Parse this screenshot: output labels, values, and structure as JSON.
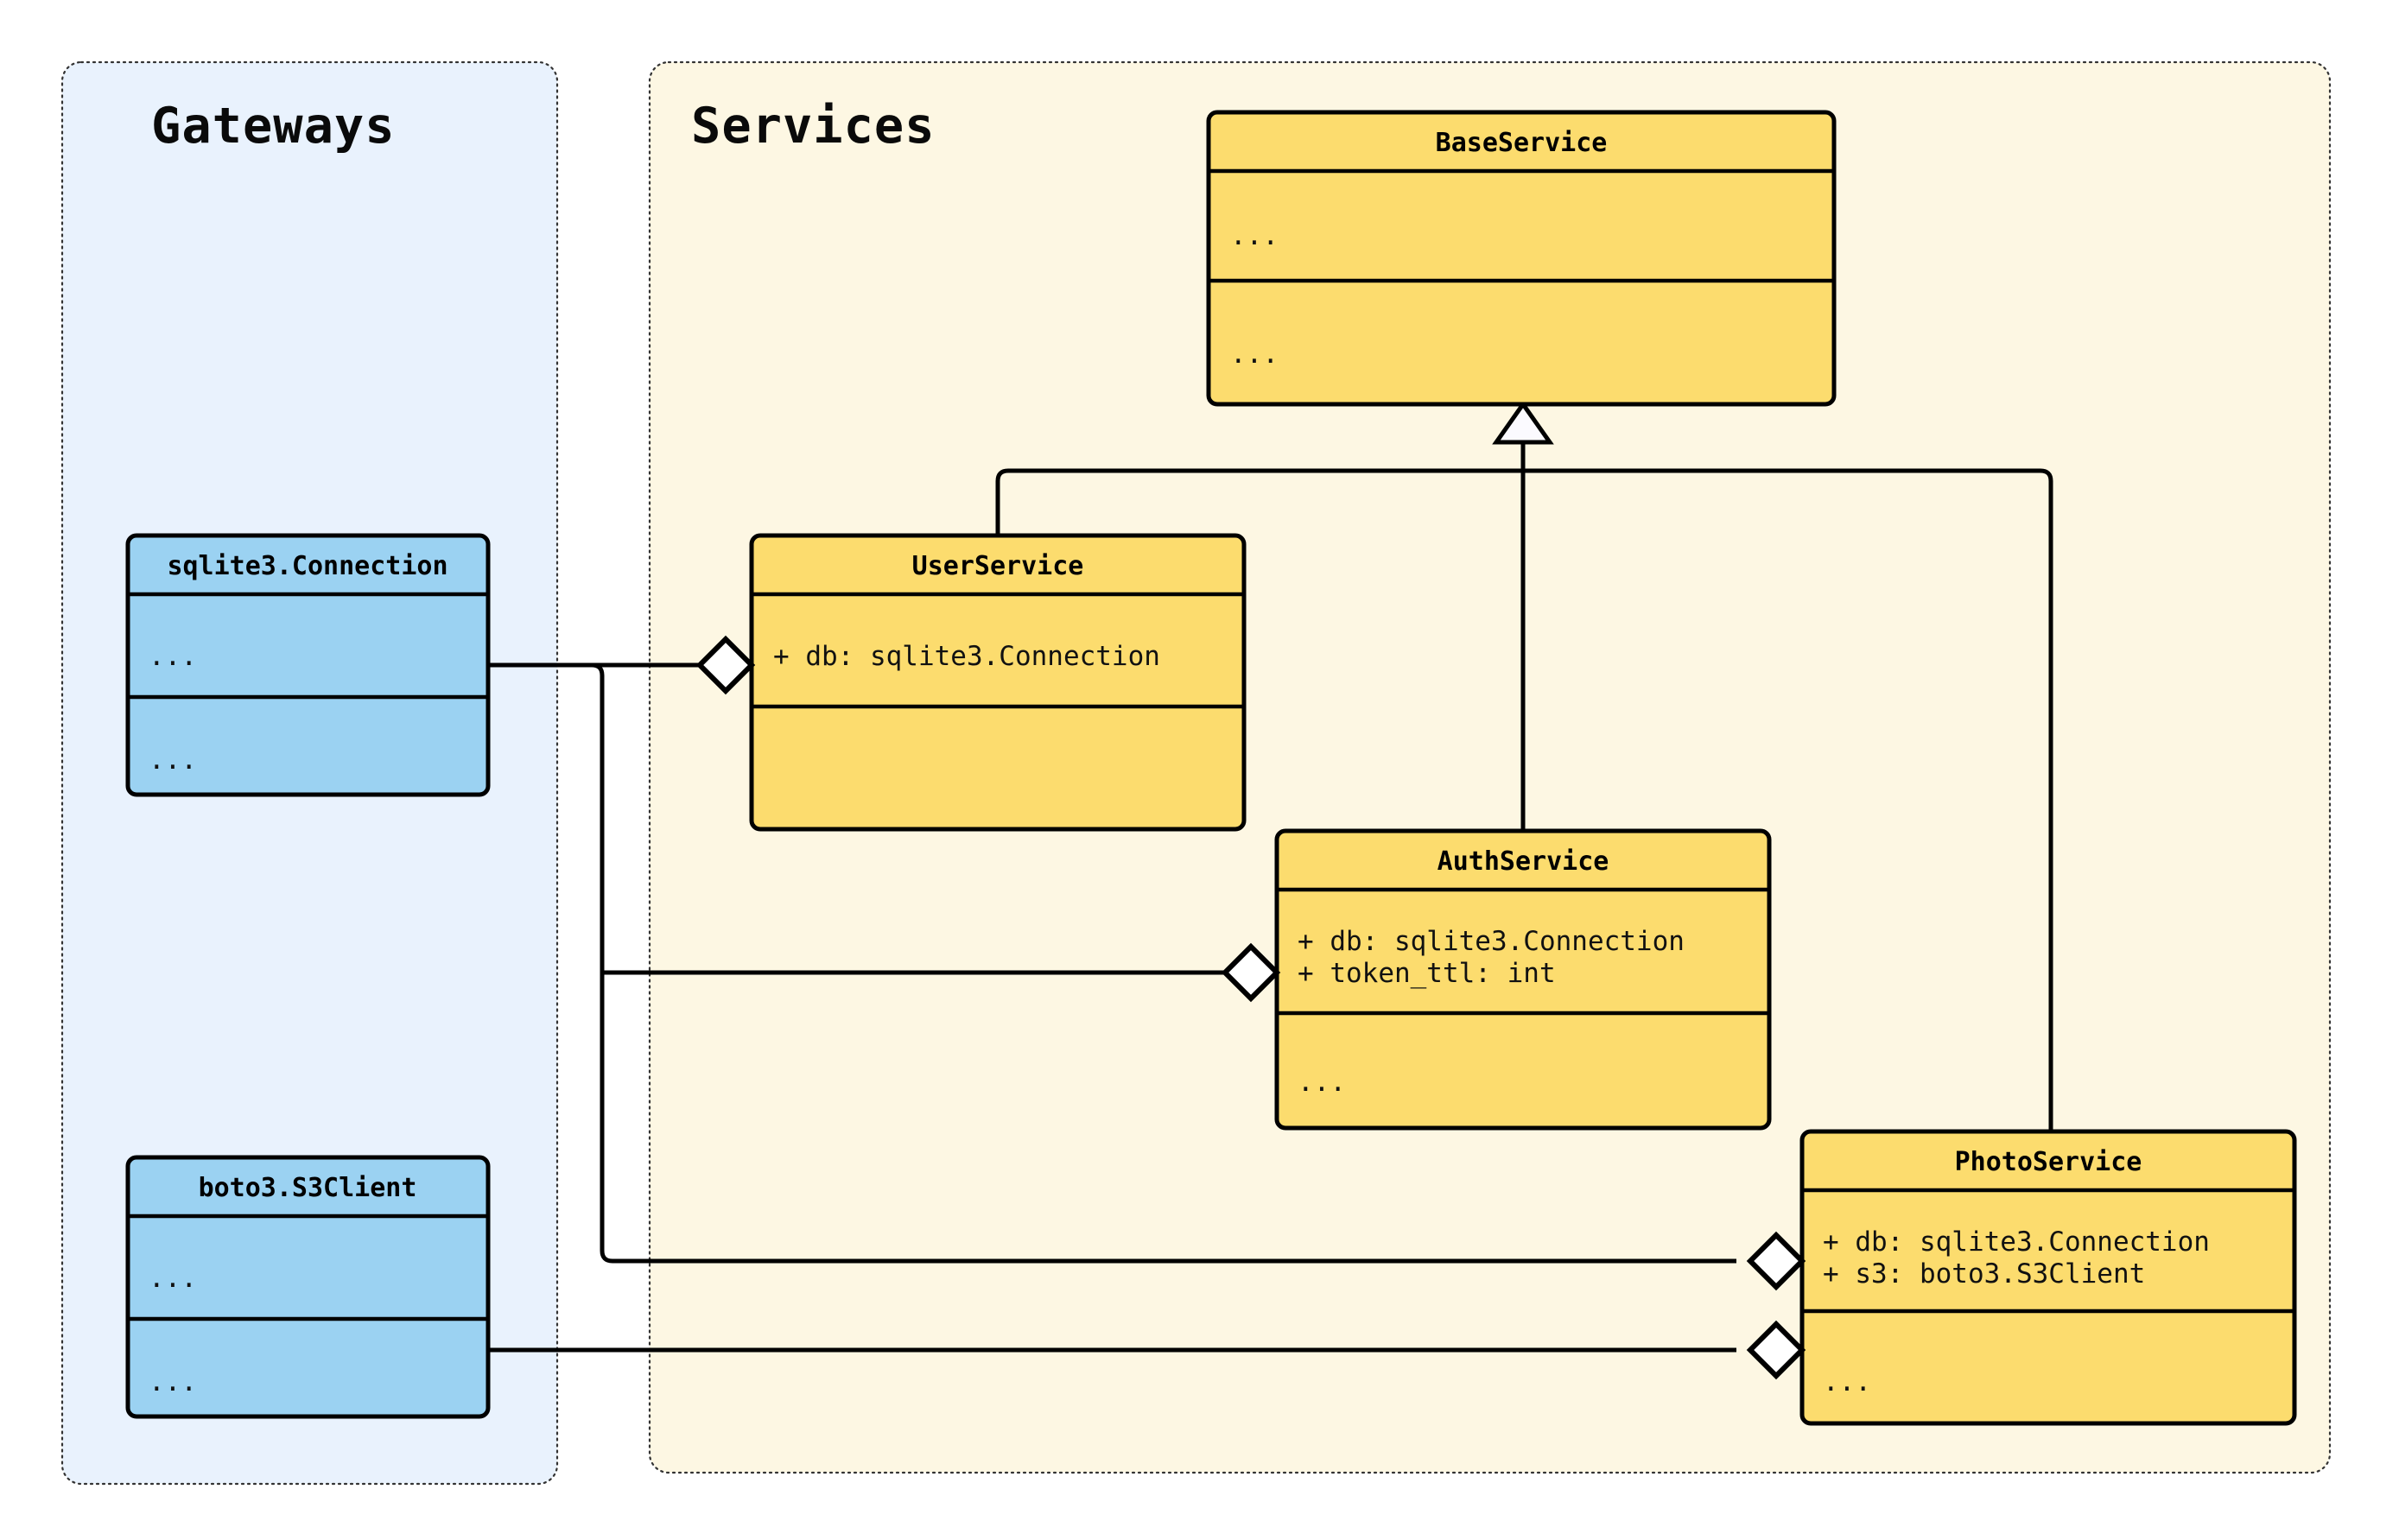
{
  "diagram": {
    "type": "uml-class-diagram",
    "background": "#ffffff",
    "packages": [
      {
        "id": "gateways",
        "title": "Gateways",
        "fill": "#e9f2fd",
        "border": "#333333"
      },
      {
        "id": "services",
        "title": "Services",
        "fill": "#fdf7e3",
        "border": "#333333"
      }
    ]
  },
  "classes": {
    "sqlite_connection": {
      "name": "sqlite3.Connection",
      "fill": "#9bd2f2",
      "attributes": "...",
      "methods": "..."
    },
    "s3_client": {
      "name": "boto3.S3Client",
      "fill": "#9bd2f2",
      "attributes": "...",
      "methods": "..."
    },
    "base_service": {
      "name": "BaseService",
      "fill": "#fcdc6e",
      "attributes": "...",
      "methods": "..."
    },
    "user_service": {
      "name": "UserService",
      "fill": "#fcdc6e",
      "attribute_1": "+ db: sqlite3.Connection",
      "methods": ""
    },
    "auth_service": {
      "name": "AuthService",
      "fill": "#fcdc6e",
      "attribute_1": "+ db: sqlite3.Connection",
      "attribute_2": "+ token_ttl: int",
      "methods": "..."
    },
    "photo_service": {
      "name": "PhotoService",
      "fill": "#fcdc6e",
      "attribute_1": "+ db: sqlite3.Connection",
      "attribute_2": "+ s3: boto3.S3Client",
      "methods": "..."
    }
  },
  "relationships": [
    {
      "id": "rel-user-base",
      "kind": "generalization",
      "from": "UserService",
      "to": "BaseService",
      "marker": "hollow-triangle"
    },
    {
      "id": "rel-auth-base",
      "kind": "generalization",
      "from": "AuthService",
      "to": "BaseService",
      "marker": "hollow-triangle"
    },
    {
      "id": "rel-photo-base",
      "kind": "generalization",
      "from": "PhotoService",
      "to": "BaseService",
      "marker": "hollow-triangle"
    },
    {
      "id": "rel-user-db",
      "kind": "aggregation",
      "from": "sqlite3.Connection",
      "to": "UserService",
      "marker": "hollow-diamond"
    },
    {
      "id": "rel-auth-db",
      "kind": "aggregation",
      "from": "sqlite3.Connection",
      "to": "AuthService",
      "marker": "hollow-diamond"
    },
    {
      "id": "rel-photo-db",
      "kind": "aggregation",
      "from": "sqlite3.Connection",
      "to": "PhotoService",
      "marker": "hollow-diamond"
    },
    {
      "id": "rel-photo-s3",
      "kind": "aggregation",
      "from": "boto3.S3Client",
      "to": "PhotoService",
      "marker": "hollow-diamond"
    }
  ]
}
